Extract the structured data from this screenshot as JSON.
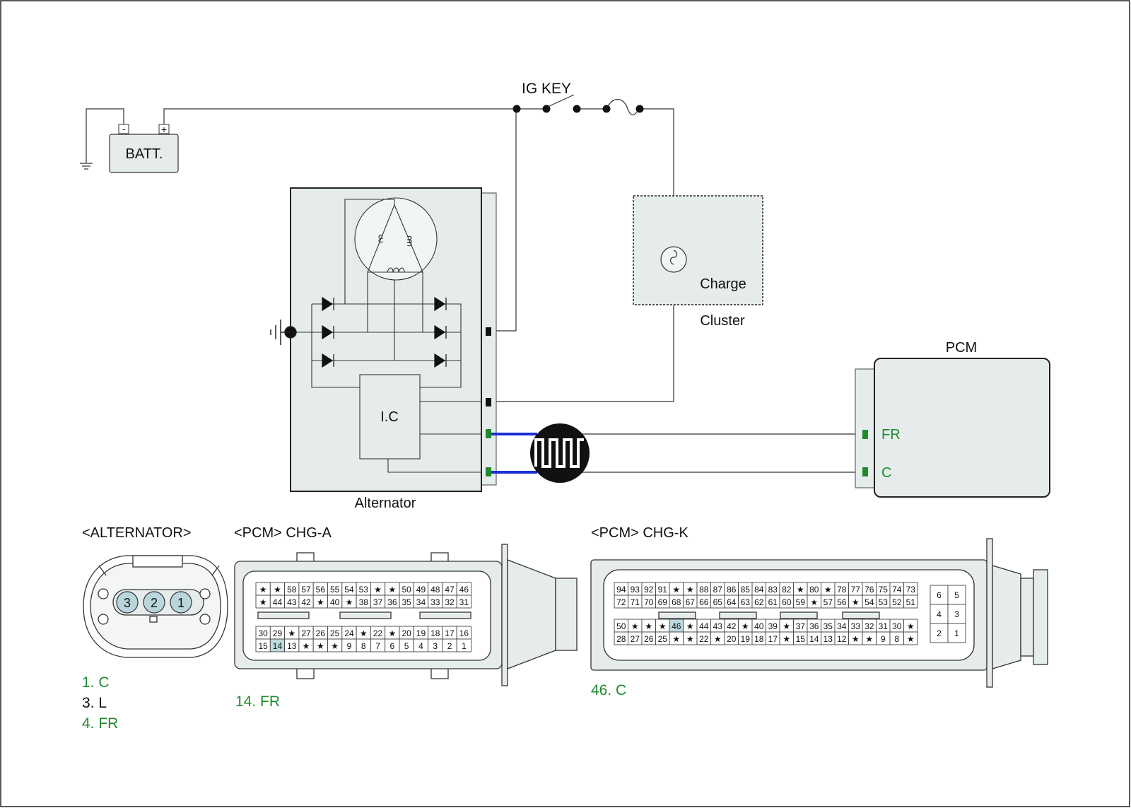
{
  "labels": {
    "ig_key": "IG KEY",
    "batt": "BATT.",
    "batt_minus": "-",
    "batt_plus": "+",
    "ic": "I.C",
    "alternator": "Alternator",
    "charge": "Charge",
    "cluster": "Cluster",
    "pcm": "PCM",
    "fr": "FR",
    "c": "C"
  },
  "connectors": {
    "alternator": {
      "title": "<ALTERNATOR>",
      "pins": [
        "3",
        "2",
        "1"
      ],
      "notes": [
        "1. C",
        "3. L",
        "4. FR"
      ]
    },
    "chg_a": {
      "title": "<PCM> CHG-A",
      "row1": [
        "★",
        "★",
        "58",
        "57",
        "56",
        "55",
        "54",
        "53",
        "★",
        "★",
        "50",
        "49",
        "48",
        "47",
        "46"
      ],
      "row2": [
        "★",
        "44",
        "43",
        "42",
        "★",
        "40",
        "★",
        "38",
        "37",
        "36",
        "35",
        "34",
        "33",
        "32",
        "31"
      ],
      "row3": [
        "30",
        "29",
        "★",
        "27",
        "26",
        "25",
        "24",
        "★",
        "22",
        "★",
        "20",
        "19",
        "18",
        "17",
        "16"
      ],
      "row4": [
        "15",
        "14",
        "13",
        "★",
        "★",
        "★",
        "9",
        "8",
        "7",
        "6",
        "5",
        "4",
        "3",
        "2",
        "1"
      ],
      "highlight": "14",
      "note": "14. FR"
    },
    "chg_k": {
      "title": "<PCM> CHG-K",
      "row1": [
        "94",
        "93",
        "92",
        "91",
        "★",
        "★",
        "88",
        "87",
        "86",
        "85",
        "84",
        "83",
        "82",
        "★",
        "80",
        "★",
        "78",
        "77",
        "76",
        "75",
        "74",
        "73"
      ],
      "row2": [
        "72",
        "71",
        "70",
        "69",
        "68",
        "67",
        "66",
        "65",
        "64",
        "63",
        "62",
        "61",
        "60",
        "59",
        "★",
        "57",
        "56",
        "★",
        "54",
        "53",
        "52",
        "51"
      ],
      "row3": [
        "50",
        "★",
        "★",
        "★",
        "46",
        "★",
        "44",
        "43",
        "42",
        "★",
        "40",
        "39",
        "★",
        "37",
        "36",
        "35",
        "34",
        "33",
        "32",
        "31",
        "30",
        "★"
      ],
      "row4": [
        "28",
        "27",
        "26",
        "25",
        "★",
        "★",
        "22",
        "★",
        "20",
        "19",
        "18",
        "17",
        "★",
        "15",
        "14",
        "13",
        "12",
        "★",
        "★",
        "9",
        "8",
        "★"
      ],
      "side": [
        "6",
        "5",
        "4",
        "3",
        "2",
        "1"
      ],
      "highlight": "46",
      "note": "46. C"
    }
  },
  "colors": {
    "green": "#1f8a2c",
    "blue": "#1a2fd6",
    "box_fill": "#e6ecec",
    "highlight": "#bcd9df",
    "pin_fill": "#b9d6dc"
  }
}
